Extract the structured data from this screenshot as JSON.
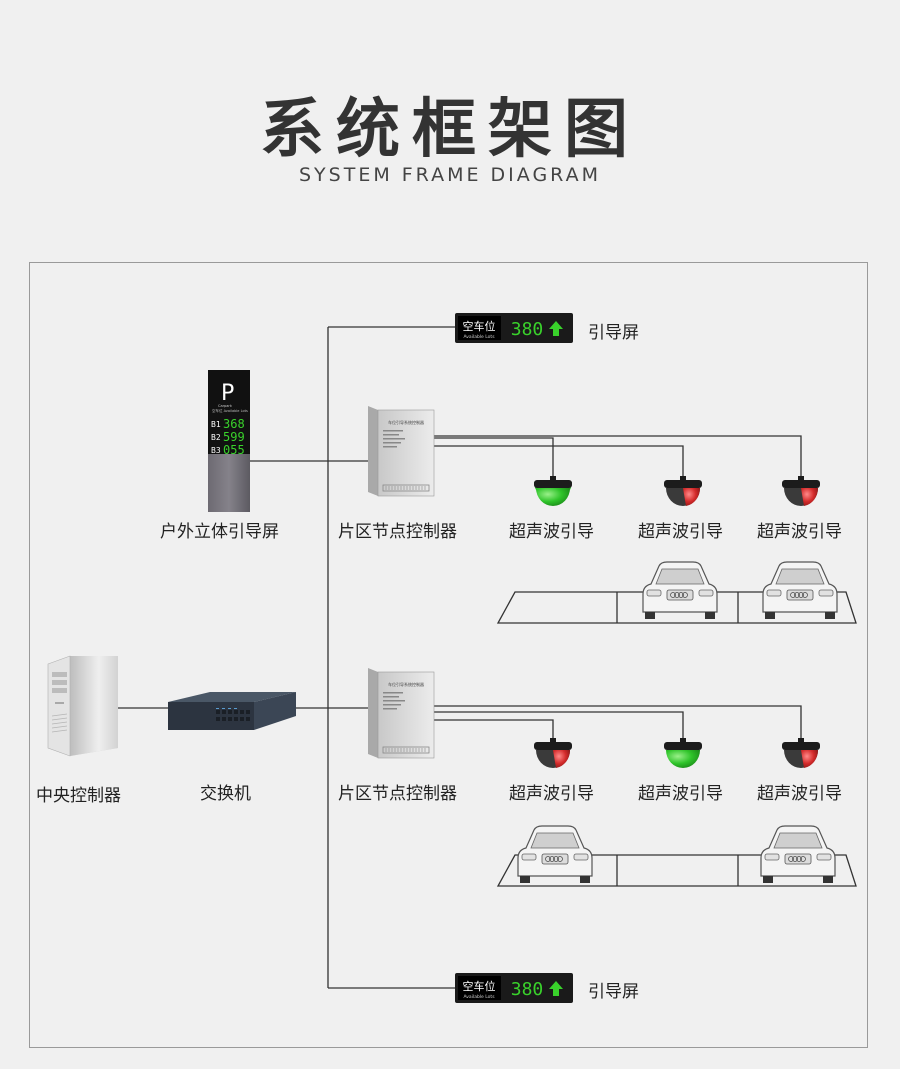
{
  "header": {
    "title": "系统框架图",
    "subtitle": "SYSTEM FRAME DIAGRAM"
  },
  "display_sign": {
    "left_text": "空车位",
    "left_subtext": "Available Lots",
    "count": "380",
    "arrow": "up-arrow-icon",
    "led_color": "#39d12b"
  },
  "pillar": {
    "letter": "P",
    "sub": "Carpark",
    "header_text": "空车位  Available Lots",
    "rows": [
      {
        "level": "B1",
        "count": "368"
      },
      {
        "level": "B2",
        "count": "599"
      },
      {
        "level": "B3",
        "count": "055"
      }
    ]
  },
  "labels": {
    "top_sign": "引导屏",
    "bottom_sign": "引导屏",
    "outdoor_screen": "户外立体引导屏",
    "zone_controller_1": "片区节点控制器",
    "zone_controller_2": "片区节点控制器",
    "central_controller": "中央控制器",
    "switch": "交换机",
    "sensor": "超声波引导"
  },
  "controller_box_text": "车位引导系统控制器",
  "sensor_states": {
    "row1": [
      "green",
      "red",
      "red"
    ],
    "row2": [
      "red",
      "green",
      "red"
    ]
  },
  "colors": {
    "green_light": "#2fc42a",
    "red_light": "#d42b2b",
    "line": "#333333"
  }
}
